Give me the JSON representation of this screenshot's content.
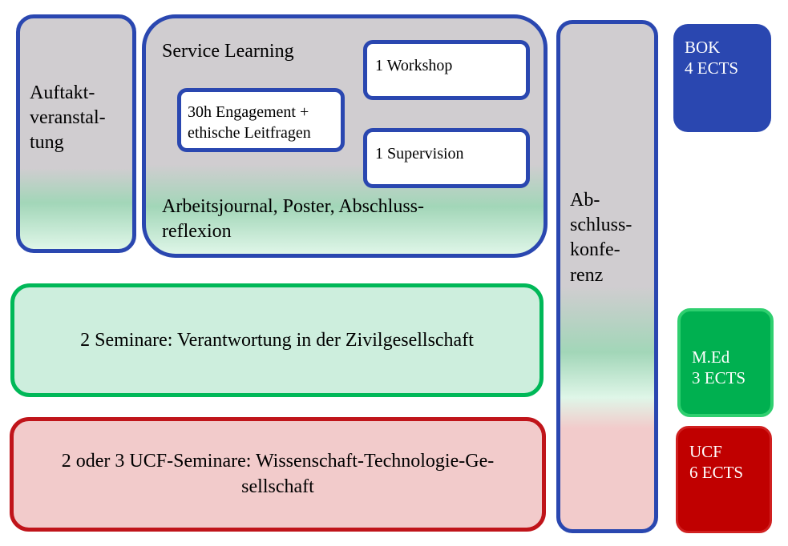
{
  "auftakt": {
    "lines": [
      "Auftakt-",
      "veranstal-",
      "tung"
    ]
  },
  "service": {
    "title": "Service Learning",
    "engagement": [
      "30h Engagement +",
      "ethische Leitfragen"
    ],
    "workshop": "1 Workshop",
    "supervision": "1 Supervision",
    "journal": [
      "Arbeitsjournal, Poster, Abschluss-",
      "reflexion"
    ]
  },
  "abschluss": {
    "lines": [
      "Ab-",
      "schluss-",
      "konfe-",
      "renz"
    ]
  },
  "bok": {
    "name": "BOK",
    "ects": "4 ECTS"
  },
  "med": {
    "name": "M.Ed",
    "ects": "3 ECTS"
  },
  "ucf": {
    "name": "UCF",
    "ects": "6 ECTS"
  },
  "seminare": "2 Seminare: Verantwortung in der Zivilgesellschaft",
  "ucf_seminare": [
    "2 oder 3 UCF-Seminare: Wissenschaft-Technologie-Ge-",
    "sellschaft"
  ],
  "colors": {
    "blue": "#2a47b0",
    "green": "#00b050",
    "red": "#c00000"
  }
}
